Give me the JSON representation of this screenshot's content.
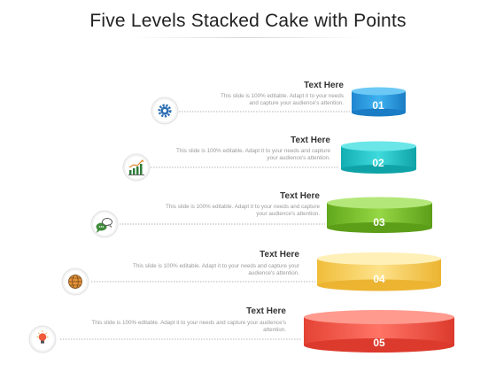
{
  "title": "Five Levels Stacked Cake with Points",
  "levels": [
    {
      "number": "01",
      "heading": "Text Here",
      "text": "This slide is 100% editable. Adapt it to your needs and capture your audience's attention.",
      "color": "#29a3e6",
      "icon": "gear-icon"
    },
    {
      "number": "02",
      "heading": "Text Here",
      "text": "This slide is 100% editable. Adapt it to your needs and capture your audience's attention.",
      "color": "#1ec9cc",
      "icon": "growth-chart-icon"
    },
    {
      "number": "03",
      "heading": "Text Here",
      "text": "This slide is 100% editable. Adapt it to your needs and capture your audience's attention.",
      "color": "#7cc62c",
      "icon": "chat-bubbles-icon"
    },
    {
      "number": "04",
      "heading": "Text Here",
      "text": "This slide is 100% editable. Adapt it to your needs and capture your audience's attention.",
      "color": "#f7d05a",
      "icon": "globe-icon"
    },
    {
      "number": "05",
      "heading": "Text Here",
      "text": "This slide is 100% editable. Adapt it to your needs and capture your audience's attention.",
      "color": "#f25a4c",
      "icon": "lightbulb-icon"
    }
  ]
}
